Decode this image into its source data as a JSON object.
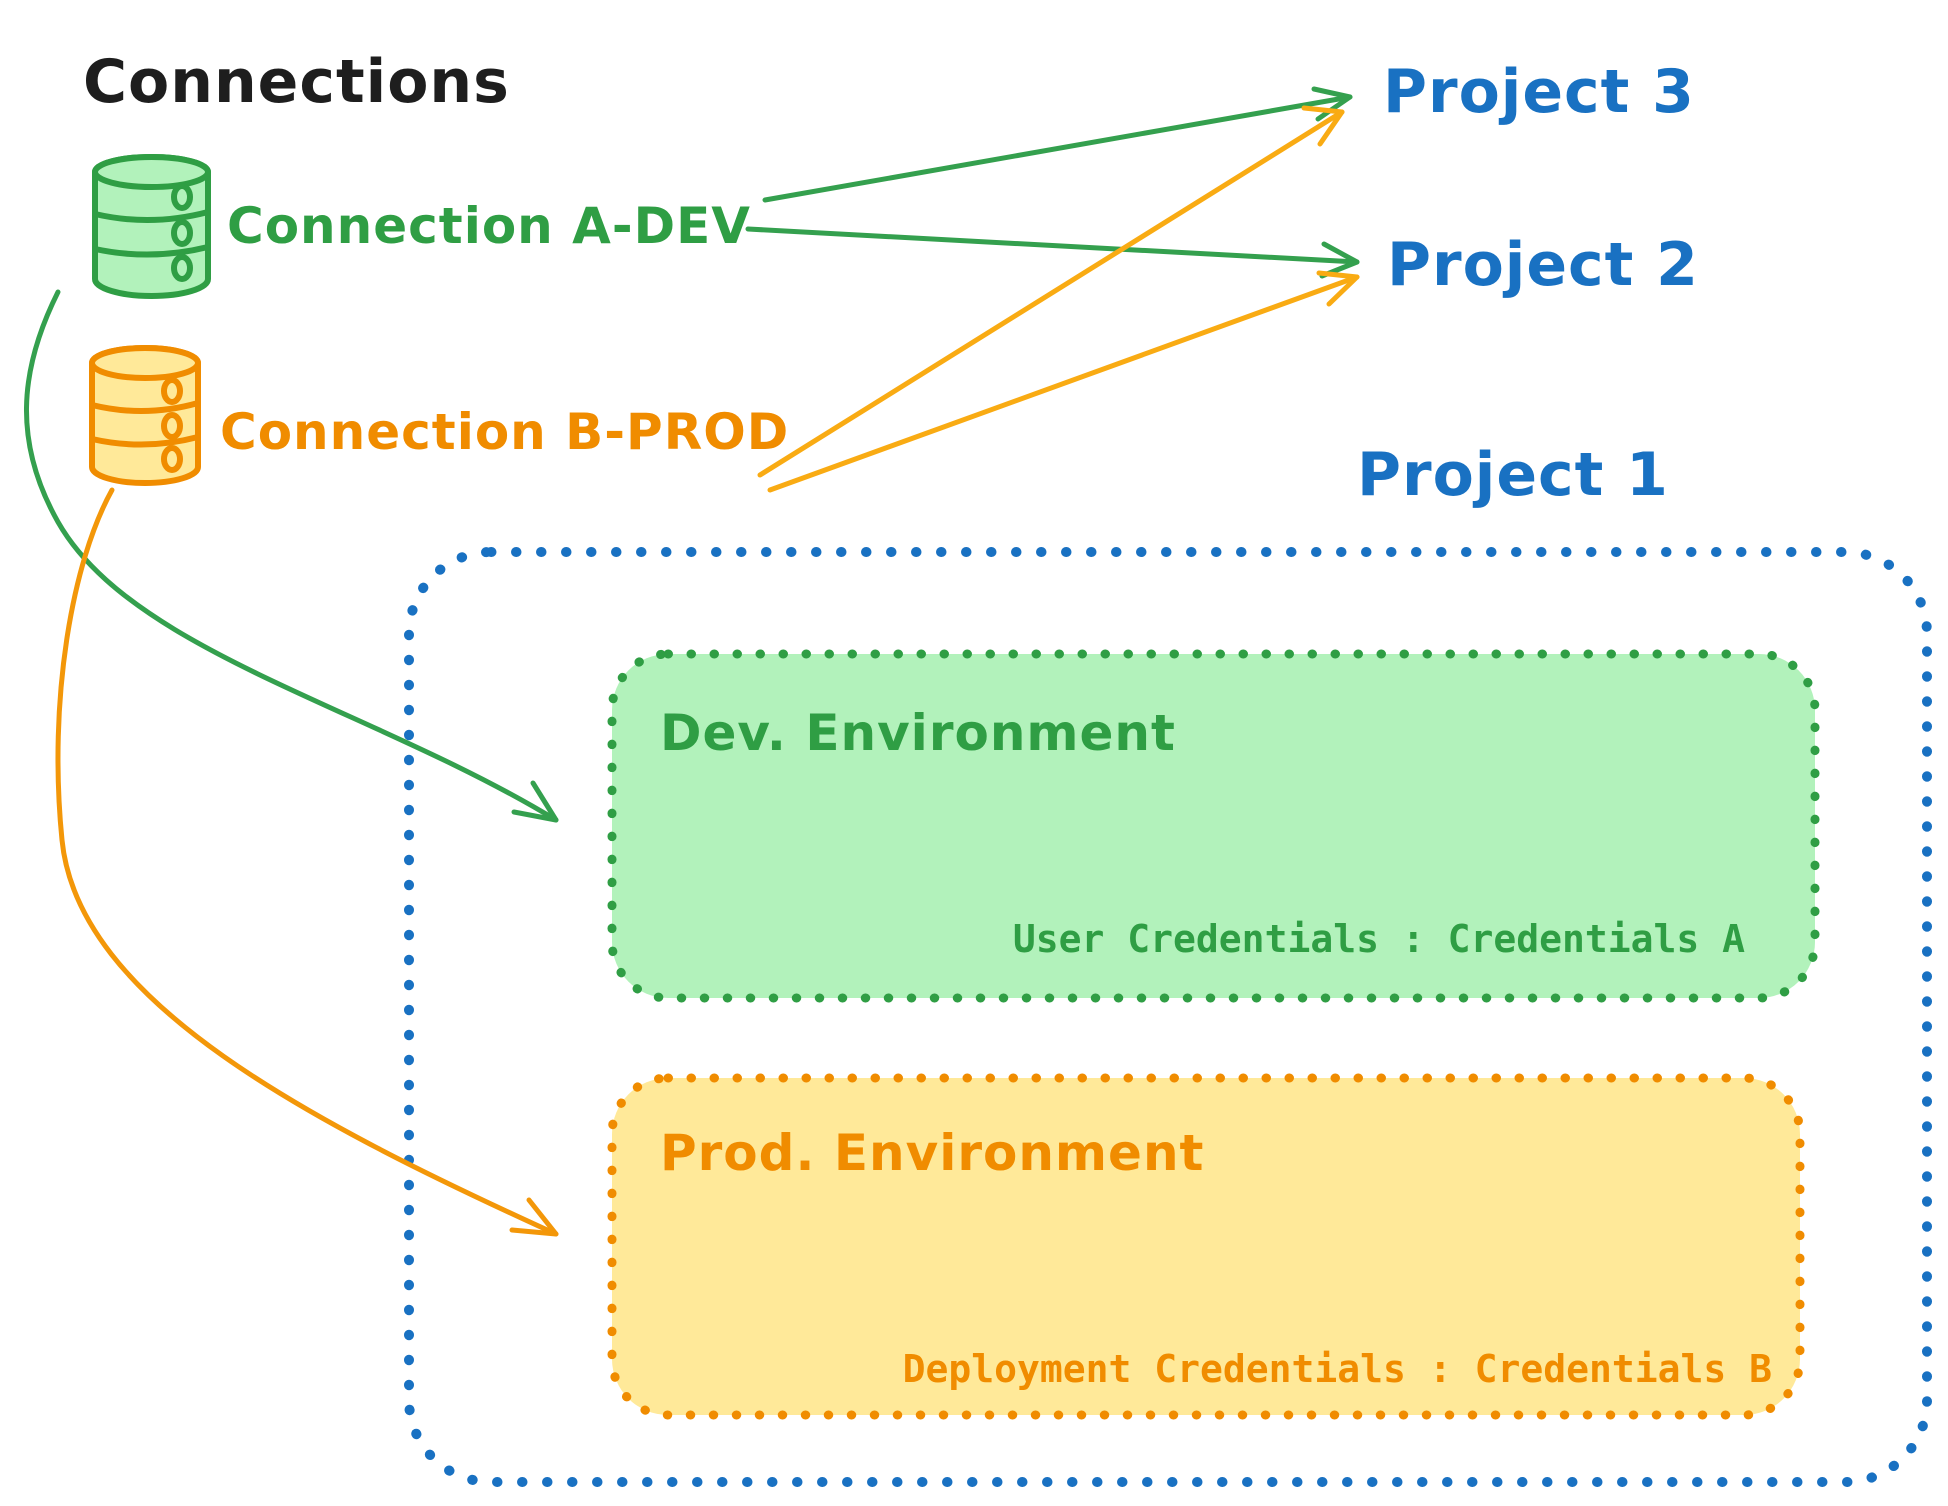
{
  "diagram_title": "Connections",
  "colors": {
    "green": "#2f9e44",
    "green_fill": "#b2f2bb",
    "orange": "#f08c00",
    "orange_arrow": "#f9ab13",
    "yellow_fill": "#ffe999",
    "blue": "#1971c2",
    "ink": "#1e1e1e"
  },
  "connections": [
    {
      "label": "Connection A-DEV",
      "color": "#2f9e44",
      "icon": "database-icon"
    },
    {
      "label": "Connection B-PROD",
      "color": "#f08c00",
      "icon": "database-icon"
    }
  ],
  "projects": [
    {
      "label": "Project 3"
    },
    {
      "label": "Project 2"
    },
    {
      "label": "Project 1"
    }
  ],
  "environments": {
    "dev": {
      "title": "Dev. Environment",
      "credentials_label": "User Credentials : Credentials A"
    },
    "prod": {
      "title": "Prod. Environment",
      "credentials_label": "Deployment Credentials : Credentials B"
    }
  },
  "edges": [
    {
      "from": "Connection A-DEV",
      "to": "Project 3"
    },
    {
      "from": "Connection A-DEV",
      "to": "Project 2"
    },
    {
      "from": "Connection B-PROD",
      "to": "Project 3"
    },
    {
      "from": "Connection B-PROD",
      "to": "Project 2"
    },
    {
      "from": "Connection A-DEV",
      "to": "Dev. Environment"
    },
    {
      "from": "Connection B-PROD",
      "to": "Prod. Environment"
    }
  ]
}
